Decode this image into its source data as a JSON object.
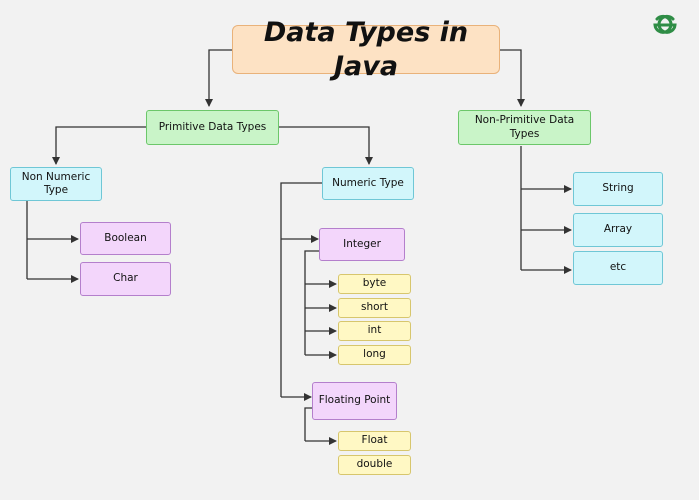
{
  "title": "Data Types in Java",
  "logo": {
    "icon": "gfg-logo-icon",
    "color": "#2f8d46"
  },
  "colors": {
    "line": "#333333"
  },
  "nodes": {
    "primitive": "Primitive Data Types",
    "non_primitive": "Non-Primitive Data Types",
    "non_numeric": "Non Numeric Type",
    "numeric": "Numeric Type",
    "boolean": "Boolean",
    "char": "Char",
    "integer": "Integer",
    "byte": "byte",
    "short": "short",
    "int": "int",
    "long": "long",
    "floating_point": "Floating Point",
    "float": "Float",
    "double": "double",
    "string": "String",
    "array": "Array",
    "etc": "etc"
  }
}
